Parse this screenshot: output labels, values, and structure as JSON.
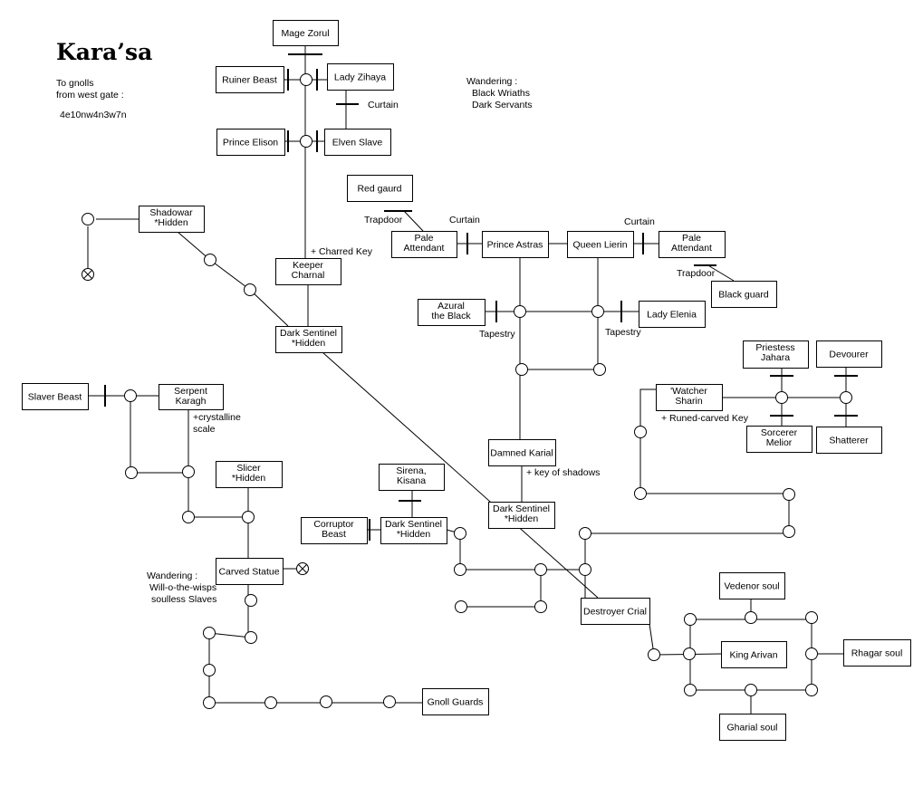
{
  "title": "Kara’sa",
  "texts": [
    {
      "id": "note-gnolls-1",
      "text": "To gnolls"
    },
    {
      "id": "note-gnolls-2",
      "text": "from west gate :"
    },
    {
      "id": "note-directions",
      "text": "4e10nw4n3w7n"
    },
    {
      "id": "wandering-1-h",
      "text": "Wandering :"
    },
    {
      "id": "wandering-1-a",
      "text": "Black Wriaths"
    },
    {
      "id": "wandering-1-b",
      "text": "Dark Servants"
    },
    {
      "id": "wandering-2-h",
      "text": "Wandering :"
    },
    {
      "id": "wandering-2-a",
      "text": "Will-o-the-wisps"
    },
    {
      "id": "wandering-2-b",
      "text": "soulless Slaves"
    },
    {
      "id": "curtain-zihaya",
      "text": "Curtain"
    },
    {
      "id": "curtain-astras",
      "text": "Curtain"
    },
    {
      "id": "curtain-lierin",
      "text": "Curtain"
    },
    {
      "id": "trapdoor-west",
      "text": "Trapdoor"
    },
    {
      "id": "trapdoor-east",
      "text": "Trapdoor"
    },
    {
      "id": "charred-key",
      "text": "+ Charred Key"
    },
    {
      "id": "tapestry-west",
      "text": "Tapestry"
    },
    {
      "id": "tapestry-east",
      "text": "Tapestry"
    },
    {
      "id": "crystalline-1",
      "text": "+crystalline"
    },
    {
      "id": "crystalline-2",
      "text": "scale"
    },
    {
      "id": "runed-key",
      "text": "+ Runed-carved Key"
    },
    {
      "id": "key-shadows",
      "text": "+ key of shadows"
    }
  ],
  "rooms": [
    {
      "id": "mage-zorul",
      "lines": [
        "Mage Zorul"
      ]
    },
    {
      "id": "ruiner-beast",
      "lines": [
        "Ruiner Beast"
      ]
    },
    {
      "id": "lady-zihaya",
      "lines": [
        "Lady Zihaya"
      ]
    },
    {
      "id": "prince-elison",
      "lines": [
        "Prince Elison"
      ]
    },
    {
      "id": "elven-slave",
      "lines": [
        "Elven Slave"
      ]
    },
    {
      "id": "red-gaurd",
      "lines": [
        "Red gaurd"
      ]
    },
    {
      "id": "shadowar",
      "lines": [
        "Shadowar",
        "*Hidden"
      ]
    },
    {
      "id": "pale-attendant-west",
      "lines": [
        "Pale",
        "Attendant"
      ]
    },
    {
      "id": "prince-astras",
      "lines": [
        "Prince Astras"
      ]
    },
    {
      "id": "queen-lierin",
      "lines": [
        "Queen Lierin"
      ]
    },
    {
      "id": "pale-attendant-east",
      "lines": [
        "Pale",
        "Attendant"
      ]
    },
    {
      "id": "black-guard",
      "lines": [
        "Black guard"
      ]
    },
    {
      "id": "keeper-charnal",
      "lines": [
        "Keeper",
        "Charnal"
      ]
    },
    {
      "id": "azural-the-black",
      "lines": [
        "Azural",
        "the Black"
      ]
    },
    {
      "id": "lady-elenia",
      "lines": [
        "Lady Elenia"
      ]
    },
    {
      "id": "dark-sentinel-north",
      "lines": [
        "Dark Sentinel",
        "*Hidden"
      ]
    },
    {
      "id": "priestess-jahara",
      "lines": [
        "Priestess",
        "Jahara"
      ]
    },
    {
      "id": "devourer",
      "lines": [
        "Devourer"
      ]
    },
    {
      "id": "slaver-beast",
      "lines": [
        "Slaver Beast"
      ]
    },
    {
      "id": "serpent-karagh",
      "lines": [
        "Serpent",
        "Karagh"
      ]
    },
    {
      "id": "watcher-sharin",
      "lines": [
        "'Watcher",
        "Sharin"
      ]
    },
    {
      "id": "sorcerer-melior",
      "lines": [
        "Sorcerer",
        "Melior"
      ]
    },
    {
      "id": "shatterer",
      "lines": [
        "Shatterer"
      ]
    },
    {
      "id": "damned-karial",
      "lines": [
        "Damned Karial"
      ]
    },
    {
      "id": "slicer",
      "lines": [
        "Slicer",
        "*Hidden"
      ]
    },
    {
      "id": "sirena-kisana",
      "lines": [
        "Sirena,",
        "Kisana"
      ]
    },
    {
      "id": "dark-sentinel-south",
      "lines": [
        "Dark Sentinel",
        "*Hidden"
      ]
    },
    {
      "id": "corruptor-beast",
      "lines": [
        "Corruptor",
        "Beast"
      ]
    },
    {
      "id": "dark-sentinel-middle",
      "lines": [
        "Dark Sentinel",
        "*Hidden"
      ]
    },
    {
      "id": "carved-statue",
      "lines": [
        "Carved Statue"
      ]
    },
    {
      "id": "vedenor-soul",
      "lines": [
        "Vedenor soul"
      ]
    },
    {
      "id": "destroyer-crial",
      "lines": [
        "Destroyer Crial"
      ]
    },
    {
      "id": "king-arivan",
      "lines": [
        "King Arivan"
      ]
    },
    {
      "id": "rhagar-soul",
      "lines": [
        "Rhagar soul"
      ]
    },
    {
      "id": "gnoll-guards",
      "lines": [
        "Gnoll Guards"
      ]
    },
    {
      "id": "gharial-soul",
      "lines": [
        "Gharial soul"
      ]
    }
  ]
}
